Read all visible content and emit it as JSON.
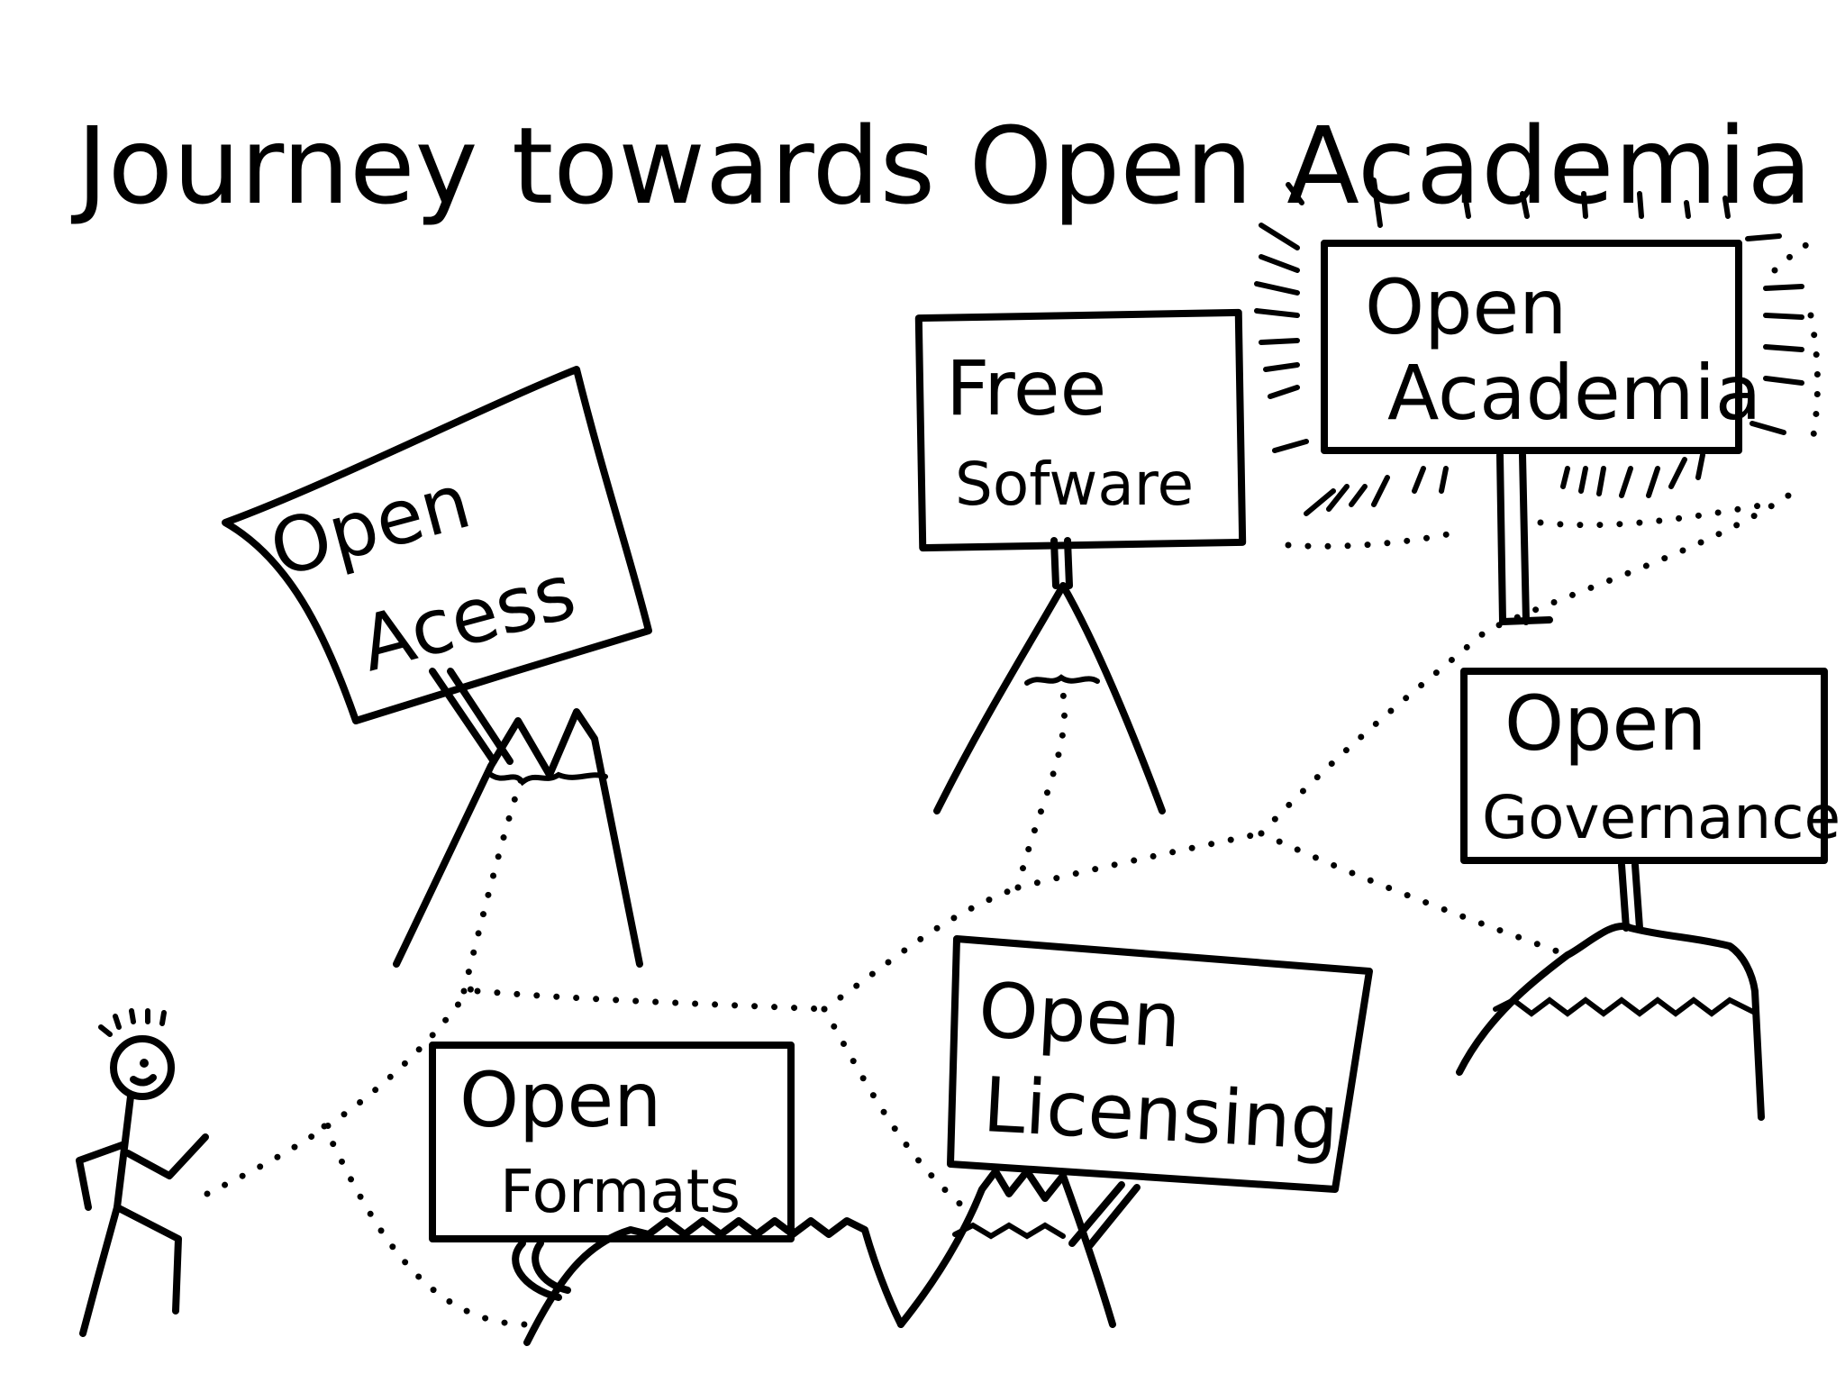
{
  "title": "Journey towards Open Academia",
  "signs": {
    "open_access": {
      "line1": "Open",
      "line2": "Acess"
    },
    "free_software": {
      "line1": "Free",
      "line2": "Sofware"
    },
    "open_academia": {
      "line1": "Open",
      "line2": "Academia"
    },
    "open_governance": {
      "line1": "Open",
      "line2": "Governance"
    },
    "open_formats": {
      "line1": "Open",
      "line2": "Formats"
    },
    "open_licensing": {
      "line1": "Open",
      "line2": "Licensing"
    }
  },
  "colors": {
    "ink": "#000000",
    "paper": "#ffffff"
  }
}
